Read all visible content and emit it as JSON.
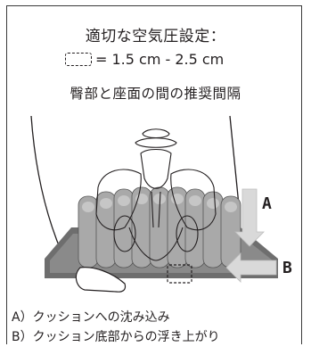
{
  "title": "適切な空気圧設定：",
  "formula_text": "= 1.5 cm - 2.5 cm",
  "subtitle": "臀部と座面の間の推奨間隔",
  "label_a": "A",
  "label_b": "B",
  "legend": [
    "A）クッションへの沈み込み",
    "B）クッション底部からの浮き上がり"
  ],
  "icons": [
    "dashed-gap-icon",
    "pelvis-skeleton",
    "air-cushion",
    "arrow-down",
    "arrow-left"
  ],
  "colors": {
    "cushion": "#9d9d9d",
    "cushion_base": "#6e6e6e",
    "arrow": "#d9d9d9",
    "ink": "#231f20"
  }
}
